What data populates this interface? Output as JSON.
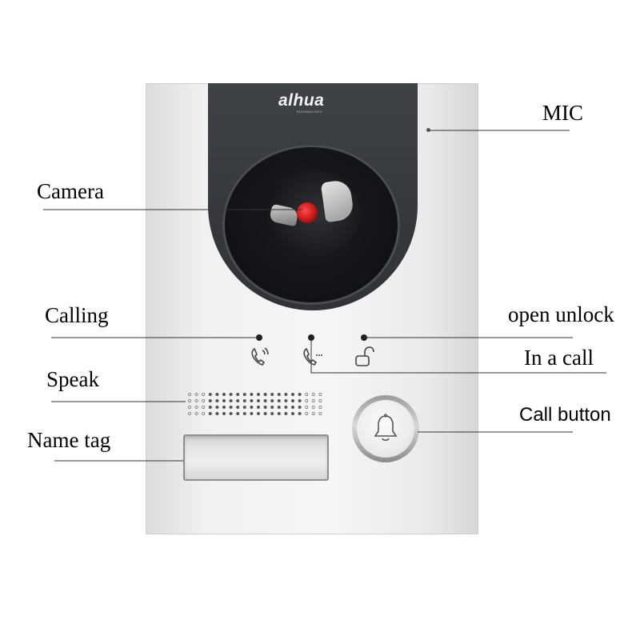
{
  "device": {
    "brand_logo": "alhua",
    "brand_sub": "TECHNOLOGY"
  },
  "labels": {
    "mic": "MIC",
    "camera": "Camera",
    "calling": "Calling",
    "open_unlock": "open unlock",
    "in_a_call": "In a call",
    "speak": "Speak",
    "call_button": "Call button",
    "name_tag": "Name tag"
  },
  "icons": {
    "calling": "phone-ringing-icon",
    "in_call": "phone-in-call-icon",
    "unlock": "open-lock-icon",
    "call_button": "bell-icon"
  },
  "colors": {
    "indicator_red": "#c41717",
    "housing": "#3a3d41",
    "panel": "#f2f2f2"
  }
}
